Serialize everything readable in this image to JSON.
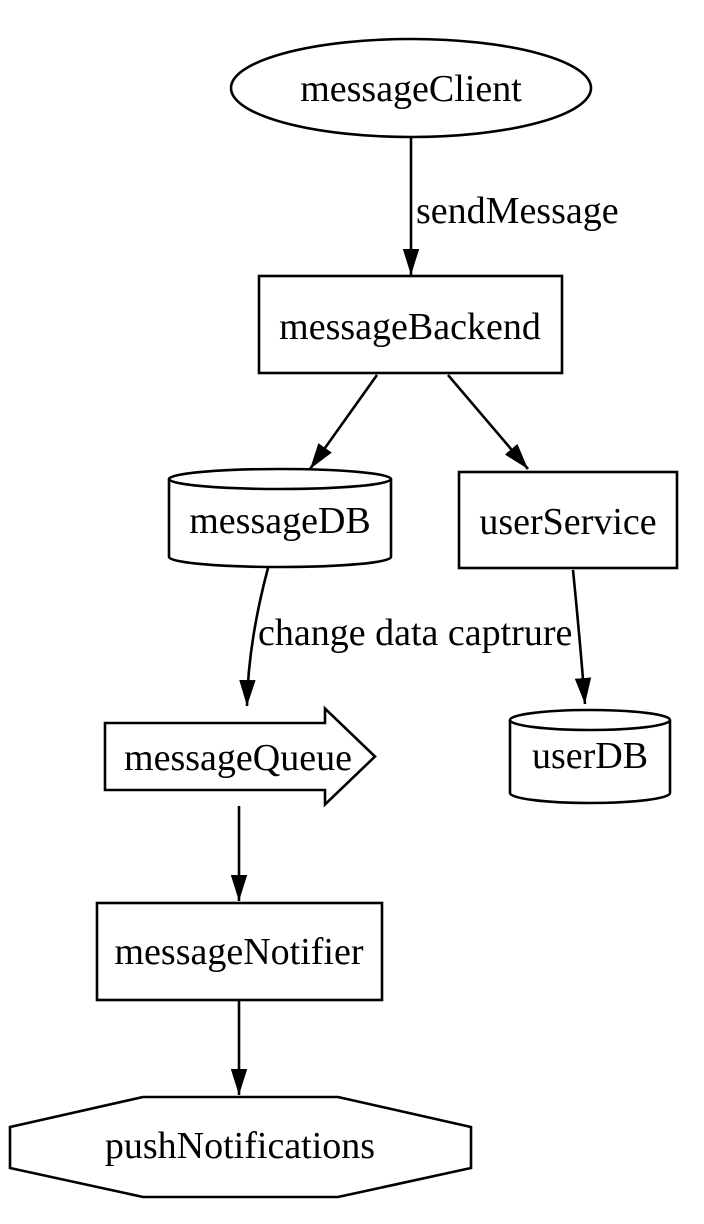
{
  "diagram": {
    "type": "flowchart",
    "colors": {
      "stroke": "#000000",
      "node_fill": "#ffffff",
      "text": "#000000",
      "background": "#ffffff"
    },
    "nodes": {
      "messageClient": {
        "label": "messageClient",
        "shape": "ellipse"
      },
      "messageBackend": {
        "label": "messageBackend",
        "shape": "rectangle"
      },
      "messageDB": {
        "label": "messageDB",
        "shape": "cylinder"
      },
      "userService": {
        "label": "userService",
        "shape": "rectangle"
      },
      "messageQueue": {
        "label": "messageQueue",
        "shape": "right-arrow"
      },
      "userDB": {
        "label": "userDB",
        "shape": "cylinder"
      },
      "messageNotifier": {
        "label": "messageNotifier",
        "shape": "rectangle"
      },
      "pushNotifications": {
        "label": "pushNotifications",
        "shape": "octagon"
      }
    },
    "edges": [
      {
        "from": "messageClient",
        "to": "messageBackend",
        "label": "sendMessage"
      },
      {
        "from": "messageBackend",
        "to": "messageDB",
        "label": ""
      },
      {
        "from": "messageBackend",
        "to": "userService",
        "label": ""
      },
      {
        "from": "messageDB",
        "to": "messageQueue",
        "label": "change data captrure"
      },
      {
        "from": "userService",
        "to": "userDB",
        "label": ""
      },
      {
        "from": "messageQueue",
        "to": "messageNotifier",
        "label": ""
      },
      {
        "from": "messageNotifier",
        "to": "pushNotifications",
        "label": ""
      }
    ]
  }
}
